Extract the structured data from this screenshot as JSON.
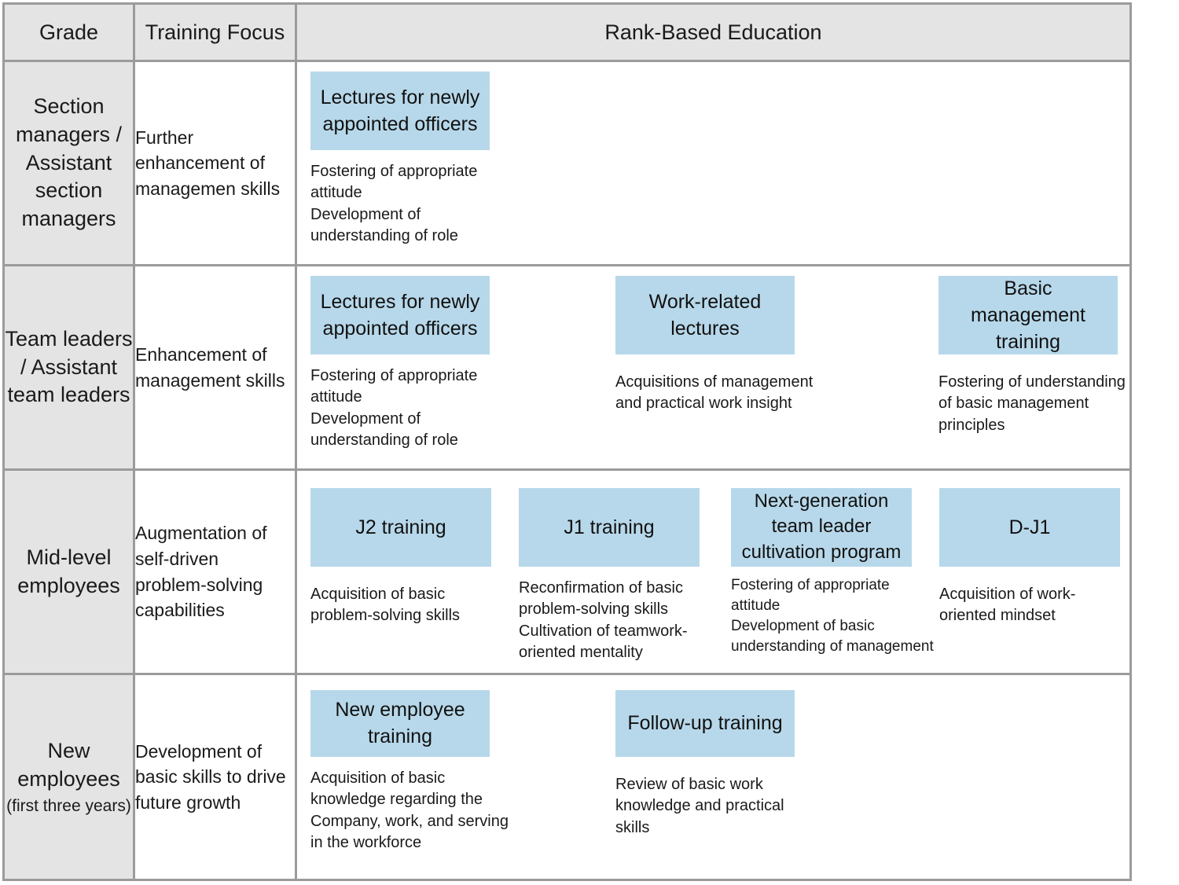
{
  "table": {
    "headers": {
      "grade": "Grade",
      "training_focus": "Training Focus",
      "rank_based_education": "Rank-Based Education"
    },
    "accent_blue": "#b7d8ea",
    "header_gray": "#e4e4e4",
    "border_gray": "#9b9b9b",
    "rows": [
      {
        "grade": "Section managers / Assistant section managers",
        "grade_note": "",
        "training_focus": "Further enhancement of managemen skills",
        "programs": [
          {
            "title": "Lectures for newly appointed officers",
            "caption": "Fostering of appropriate attitude\nDevelopment of understanding of role"
          }
        ]
      },
      {
        "grade": "Team leaders / Assistant team leaders",
        "grade_note": "",
        "training_focus": "Enhancement of management skills",
        "programs": [
          {
            "title": "Lectures for newly appointed officers",
            "caption": "Fostering of appropriate attitude\nDevelopment of understanding of role"
          },
          {
            "title": "Work-related lectures",
            "caption": "Acquisitions of management and practical work insight"
          },
          {
            "title": "Basic management training",
            "caption": "Fostering of understanding of basic management principles"
          }
        ]
      },
      {
        "grade": "Mid-level employees",
        "grade_note": "",
        "training_focus": "Augmentation of self-driven problem-solving capabilities",
        "programs": [
          {
            "title": "J2 training",
            "caption": "Acquisition of basic problem-solving skills"
          },
          {
            "title": "J1 training",
            "caption": "Reconfirmation of basic problem-solving skills\nCultivation of teamwork-oriented mentality"
          },
          {
            "title": "Next-generation team leader cultivation program",
            "caption": "Fostering of appropriate attitude\nDevelopment of basic understanding of management"
          },
          {
            "title": "D-J1",
            "caption": "Acquisition of work-oriented mindset"
          }
        ]
      },
      {
        "grade": "New employees",
        "grade_note": "(first three years)",
        "training_focus": "Development of basic skills to drive future growth",
        "programs": [
          {
            "title": "New employee training",
            "caption": "Acquisition of basic knowledge regarding the Company, work, and serving in the workforce"
          },
          {
            "title": "Follow-up training",
            "caption": "Review of basic work knowledge and practical skills"
          }
        ]
      }
    ]
  }
}
